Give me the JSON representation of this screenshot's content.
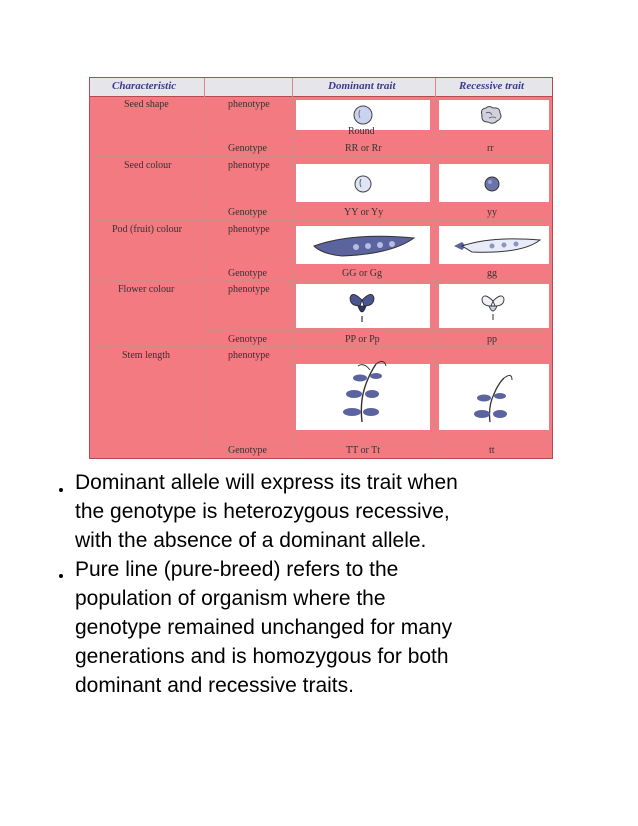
{
  "table": {
    "headers": [
      "Characteristic",
      "Dominant trait",
      "Recessive trait"
    ],
    "rows": [
      {
        "characteristic": "Seed shape",
        "phenotype_label": "phenotype",
        "dominant_caption": "Round",
        "genotype_label": "Genotype",
        "dominant_genotype": "RR or Rr",
        "recessive_genotype": "rr"
      },
      {
        "characteristic": "Seed colour",
        "phenotype_label": "phenotype",
        "genotype_label": "Genotype",
        "dominant_genotype": "YY or Yy",
        "recessive_genotype": "yy"
      },
      {
        "characteristic": "Pod (fruit) colour",
        "phenotype_label": "phenotype",
        "genotype_label": "Genotype",
        "dominant_genotype": "GG or Gg",
        "recessive_genotype": "gg"
      },
      {
        "characteristic": "Flower colour",
        "phenotype_label": "phenotype",
        "genotype_label": "Genotype",
        "dominant_genotype": "PP or Pp",
        "recessive_genotype": "pp"
      },
      {
        "characteristic": "Stem length",
        "phenotype_label": "phenotype",
        "genotype_label": "Genotype",
        "dominant_genotype": "TT or Tt",
        "recessive_genotype": "tt"
      }
    ]
  },
  "bullets": [
    {
      "lines": [
        "Dominant allele will express its trait when",
        "the genotype is heterozygous recessive,",
        "with the absence of a dominant allele."
      ]
    },
    {
      "lines": [
        "Pure line (pure-breed) refers to the",
        "population of organism where the",
        "genotype remained unchanged for many",
        "generations and is homozygous for both",
        "dominant and recessive traits."
      ]
    }
  ]
}
